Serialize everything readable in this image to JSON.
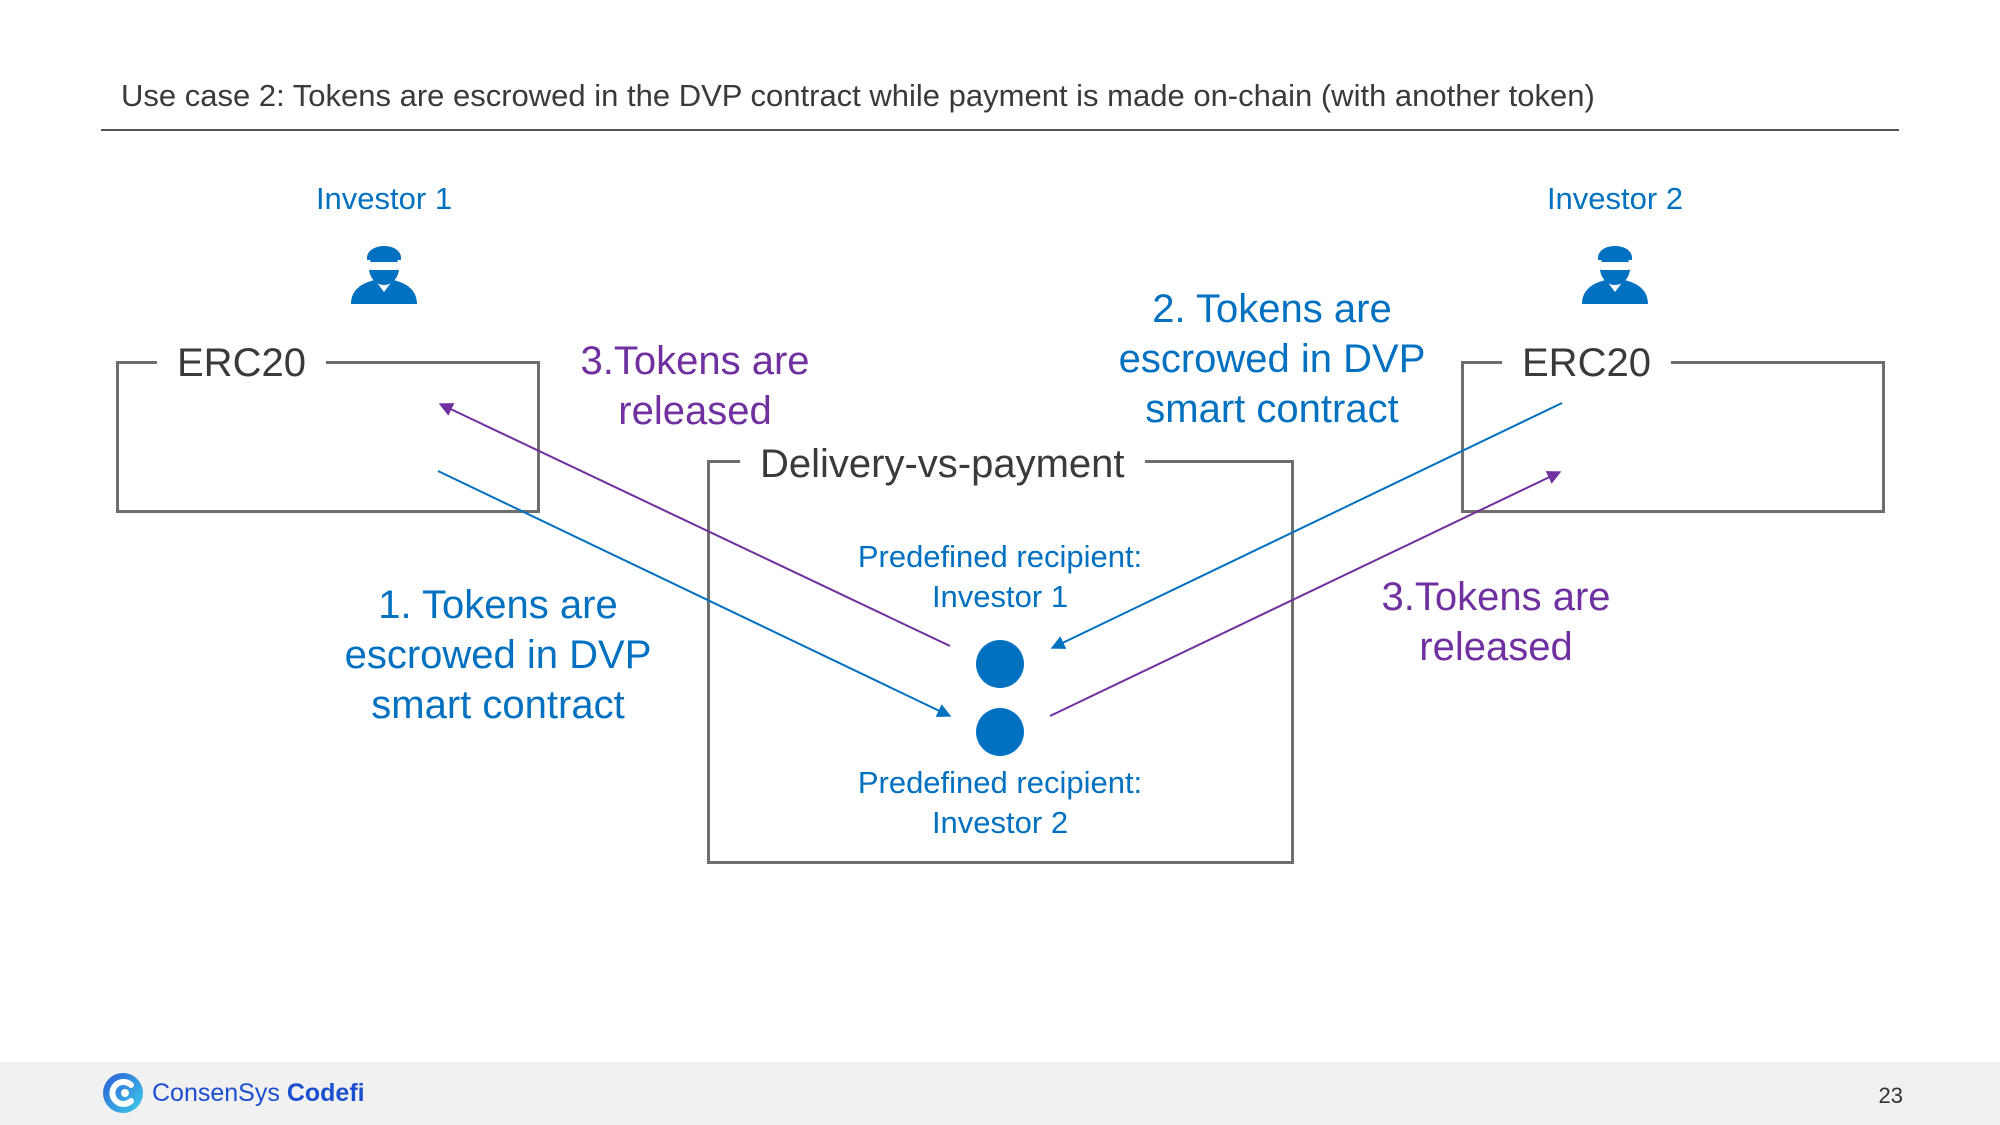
{
  "title": "Use case 2: Tokens are escrowed in the DVP contract while payment is made on-chain (with another token)",
  "investor_left": {
    "label": "Investor 1",
    "icon": "person-with-sunglasses-icon"
  },
  "investor_right": {
    "label": "Investor 2",
    "icon": "person-with-sunglasses-icon"
  },
  "token_left": {
    "label": "ERC20"
  },
  "token_right": {
    "label": "ERC20"
  },
  "dvp": {
    "label": "Delivery-vs-payment",
    "recipient_top": {
      "line1": "Predefined recipient:",
      "line2": "Investor 1"
    },
    "recipient_bottom": {
      "line1": "Predefined recipient:",
      "line2": "Investor 2"
    }
  },
  "steps": {
    "step1": {
      "line1": "1. Tokens are",
      "line2": "escrowed in DVP",
      "line3": "smart contract"
    },
    "step2": {
      "line1": "2. Tokens are",
      "line2": "escrowed in DVP",
      "line3": "smart contract"
    },
    "step3_left": {
      "line1": "3.Tokens are",
      "line2": "released"
    },
    "step3_right": {
      "line1": "3.Tokens are",
      "line2": "released"
    }
  },
  "colors": {
    "blue": "#0070c0",
    "purple": "#7030a0",
    "box_border": "#6e6e6e"
  },
  "footer": {
    "brand_regular": "ConsenSys",
    "brand_bold": "Codefi",
    "logo_icon": "consensys-codefi-logo-icon",
    "page_number": "23"
  }
}
